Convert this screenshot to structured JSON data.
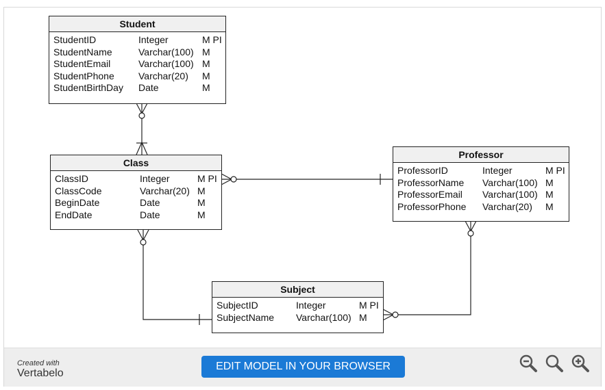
{
  "entities": {
    "student": {
      "name": "Student",
      "columns": [
        {
          "name": "StudentID",
          "type": "Integer",
          "flags": "M PI"
        },
        {
          "name": "StudentName",
          "type": "Varchar(100)",
          "flags": "M"
        },
        {
          "name": "StudentEmail",
          "type": "Varchar(100)",
          "flags": "M"
        },
        {
          "name": "StudentPhone",
          "type": "Varchar(20)",
          "flags": "M"
        },
        {
          "name": "StudentBirthDay",
          "type": "Date",
          "flags": "M"
        }
      ]
    },
    "class": {
      "name": "Class",
      "columns": [
        {
          "name": "ClassID",
          "type": "Integer",
          "flags": "M PI"
        },
        {
          "name": "ClassCode",
          "type": "Varchar(20)",
          "flags": "M"
        },
        {
          "name": "BeginDate",
          "type": "Date",
          "flags": "M"
        },
        {
          "name": "EndDate",
          "type": "Date",
          "flags": "M"
        }
      ]
    },
    "professor": {
      "name": "Professor",
      "columns": [
        {
          "name": "ProfessorID",
          "type": "Integer",
          "flags": "M PI"
        },
        {
          "name": "ProfessorName",
          "type": "Varchar(100)",
          "flags": "M"
        },
        {
          "name": "ProfessorEmail",
          "type": "Varchar(100)",
          "flags": "M"
        },
        {
          "name": "ProfessorPhone",
          "type": "Varchar(20)",
          "flags": "M"
        }
      ]
    },
    "subject": {
      "name": "Subject",
      "columns": [
        {
          "name": "SubjectID",
          "type": "Integer",
          "flags": "M PI"
        },
        {
          "name": "SubjectName",
          "type": "Varchar(100)",
          "flags": "M"
        }
      ]
    }
  },
  "footer": {
    "brand_small": "Created with",
    "brand_big": "Vertabelo",
    "edit_button": "EDIT MODEL IN YOUR BROWSER"
  },
  "icons": [
    "zoom-out-icon",
    "zoom-reset-icon",
    "zoom-in-icon"
  ]
}
